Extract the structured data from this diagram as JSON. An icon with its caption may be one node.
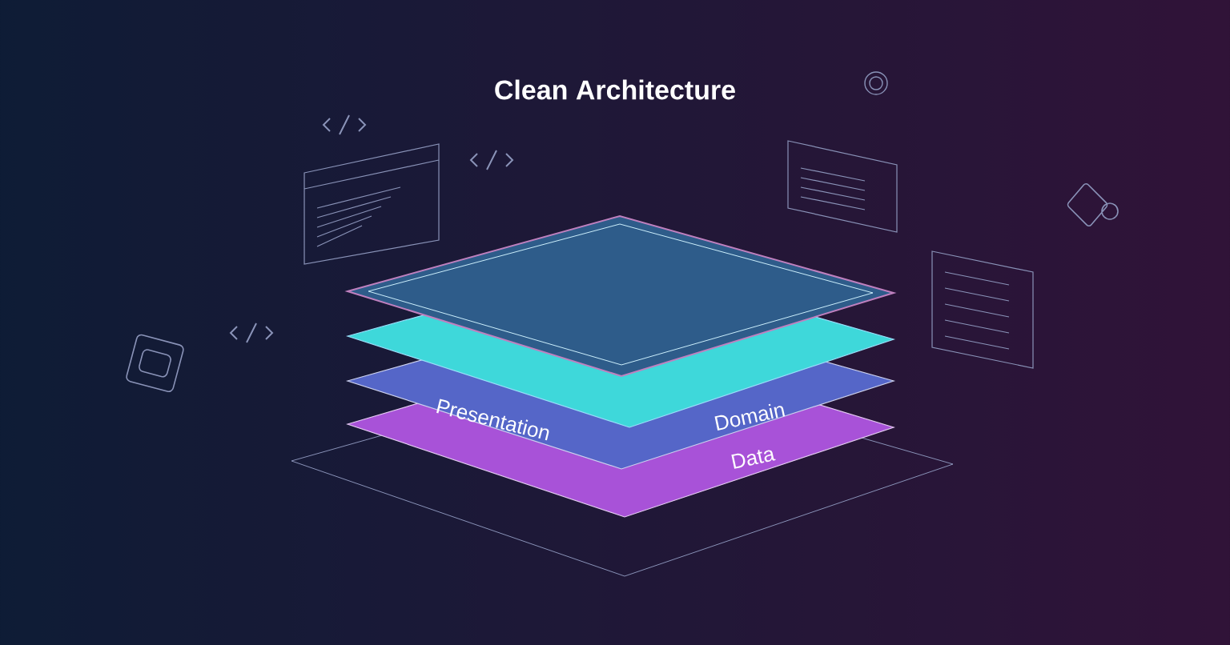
{
  "diagram": {
    "title": "Clean Architecture",
    "nodes": [
      {
        "text": [
          "Presentation",
          "Domain"
        ]
      },
      {
        "text": [
          "Data"
        ]
      }
    ]
  }
}
